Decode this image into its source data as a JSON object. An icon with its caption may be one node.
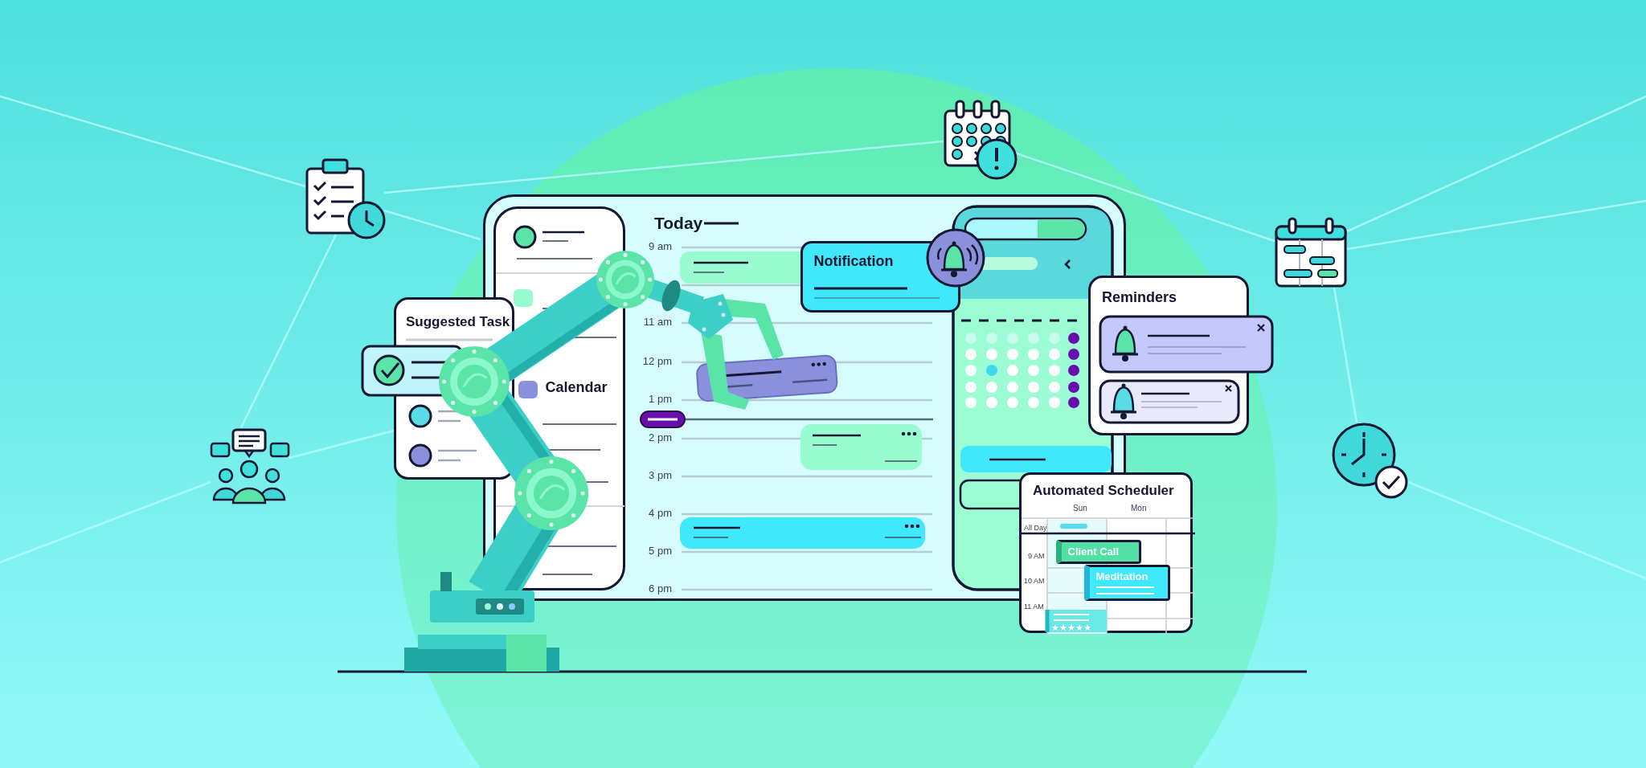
{
  "diagram": {
    "nodes": [
      {
        "text": [
          "Today"
        ]
      },
      {
        "text": [
          "Calendar"
        ],
        "in": 0
      },
      {
        "text": [
          "Suggested Task"
        ]
      },
      {
        "text": [
          "Notification"
        ],
        "in": 0
      },
      {
        "text": [
          "Reminders"
        ]
      },
      {
        "text": [
          "Automated Scheduler"
        ]
      },
      {
        "text": [
          "Client Call"
        ],
        "in": 5
      },
      {
        "text": [
          "Meditation"
        ],
        "in": 5
      }
    ],
    "labels": [
      "9 am",
      "11 am",
      "12 pm",
      "1 pm",
      "2 pm",
      "3 pm",
      "4 pm",
      "5 pm",
      "6 pm",
      "Sun",
      "Mon",
      "All Day",
      "9 AM",
      "10 AM",
      "11 AM"
    ]
  }
}
